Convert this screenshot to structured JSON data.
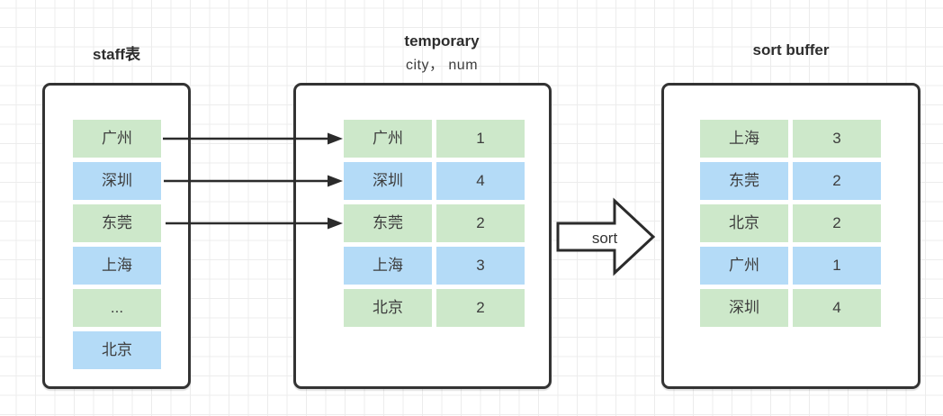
{
  "colors": {
    "cell_green": "#cde8ca",
    "cell_blue": "#b4dbf7",
    "stroke": "#333333",
    "grid_line": "#ececec",
    "text": "#3d3d3d"
  },
  "staff_table": {
    "title": "staff表",
    "cells": [
      "广州",
      "深圳",
      "东莞",
      "上海",
      "...",
      "北京"
    ]
  },
  "temporary_table": {
    "title": "temporary",
    "subtitle": "city， num",
    "rows": [
      {
        "city": "广州",
        "num": "1"
      },
      {
        "city": "深圳",
        "num": "4"
      },
      {
        "city": "东莞",
        "num": "2"
      },
      {
        "city": "上海",
        "num": "3"
      },
      {
        "city": "北京",
        "num": "2"
      }
    ]
  },
  "sort_arrow": {
    "label": "sort"
  },
  "sort_buffer_table": {
    "title": "sort buffer",
    "rows": [
      {
        "city": "上海",
        "num": "3"
      },
      {
        "city": "东莞",
        "num": "2"
      },
      {
        "city": "北京",
        "num": "2"
      },
      {
        "city": "广州",
        "num": "1"
      },
      {
        "city": "深圳",
        "num": "4"
      }
    ]
  }
}
